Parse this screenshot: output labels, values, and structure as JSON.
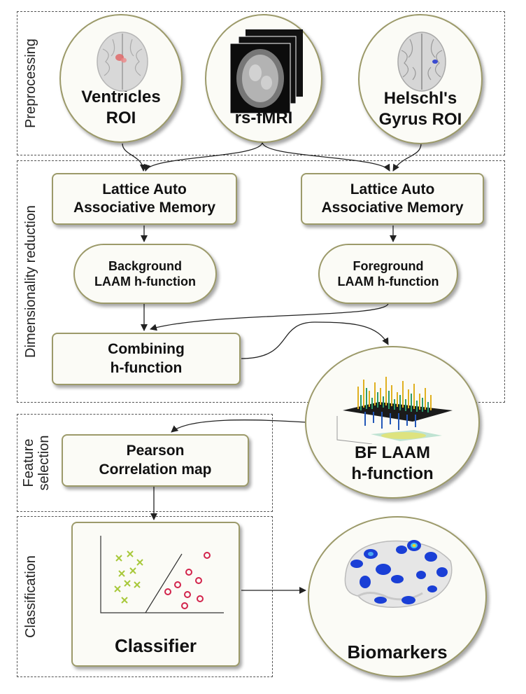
{
  "sections": [
    {
      "id": "preprocessing",
      "label": "Preprocessing"
    },
    {
      "id": "dimensionality",
      "label": "Dimensionality reduction"
    },
    {
      "id": "feature",
      "label": "Feature\nselection"
    },
    {
      "id": "classification",
      "label": "Classification"
    }
  ],
  "nodes": {
    "ventricles": "Ventricles\nROI",
    "rsfmri": "rs-fMRI",
    "helschl": "Helschl's\nGyrus ROI",
    "laam_left": "Lattice Auto\nAssociative Memory",
    "laam_right": "Lattice Auto\nAssociative Memory",
    "background": "Background\nLAAM h-function",
    "foreground": "Foreground\nLAAM h-function",
    "combining": "Combining\nh-function",
    "bf_laam": "BF LAAM\nh-function",
    "pearson": "Pearson\nCorrelation map",
    "classifier": "Classifier",
    "biomarkers": "Biomarkers"
  },
  "colors": {
    "node_border": "#9c9a6a",
    "node_fill": "#fbfbf6",
    "arrow": "#222222",
    "class_a": "#a8c83a",
    "class_b": "#d2234b",
    "brain_blue": "#1a3fd6"
  },
  "icons": [
    "brain-ventricles-icon",
    "fmri-stack-icon",
    "brain-gyrus-icon",
    "surface-plot-icon",
    "scatter-classifier-icon",
    "brain-surface-icon"
  ]
}
